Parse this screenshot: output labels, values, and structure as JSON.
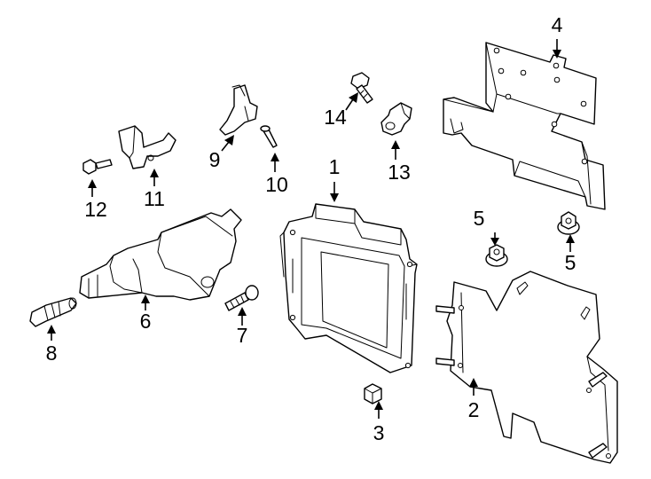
{
  "callouts": {
    "c1": "1",
    "c2": "2",
    "c3": "3",
    "c4": "4",
    "c5a": "5",
    "c5b": "5",
    "c6": "6",
    "c7": "7",
    "c8": "8",
    "c9": "9",
    "c10": "10",
    "c11": "11",
    "c12": "12",
    "c13": "13",
    "c14": "14"
  }
}
